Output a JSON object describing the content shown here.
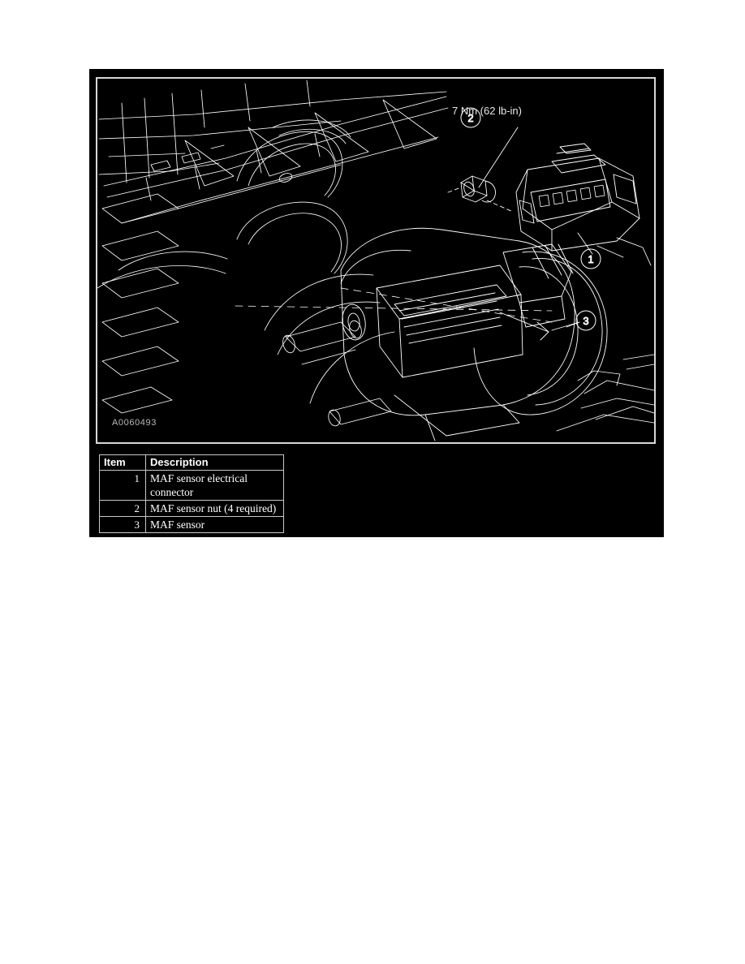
{
  "document": {
    "background_color": "#ffffff",
    "panel_color": "#000000",
    "line_color": "#ffffff"
  },
  "figure": {
    "id_code": "A0060493",
    "subject": "Mass Air Flow (MAF) sensor mounted on air cleaner outlet",
    "torque_spec": {
      "label": "7 Nm (62 lb-in)",
      "metric_value": "7 Nm",
      "imperial_value": "62 lb-in",
      "applies_to_item": "2"
    },
    "callouts": [
      {
        "number": "1",
        "target": "MAF sensor electrical connector"
      },
      {
        "number": "2",
        "target": "MAF sensor nut"
      },
      {
        "number": "3",
        "target": "MAF sensor"
      }
    ]
  },
  "parts_table": {
    "headers": {
      "item": "Item",
      "description": "Description"
    },
    "rows": [
      {
        "item": "1",
        "description": "MAF sensor electrical connector"
      },
      {
        "item": "2",
        "description": "MAF sensor nut (4 required)"
      },
      {
        "item": "3",
        "description": "MAF sensor"
      }
    ]
  }
}
